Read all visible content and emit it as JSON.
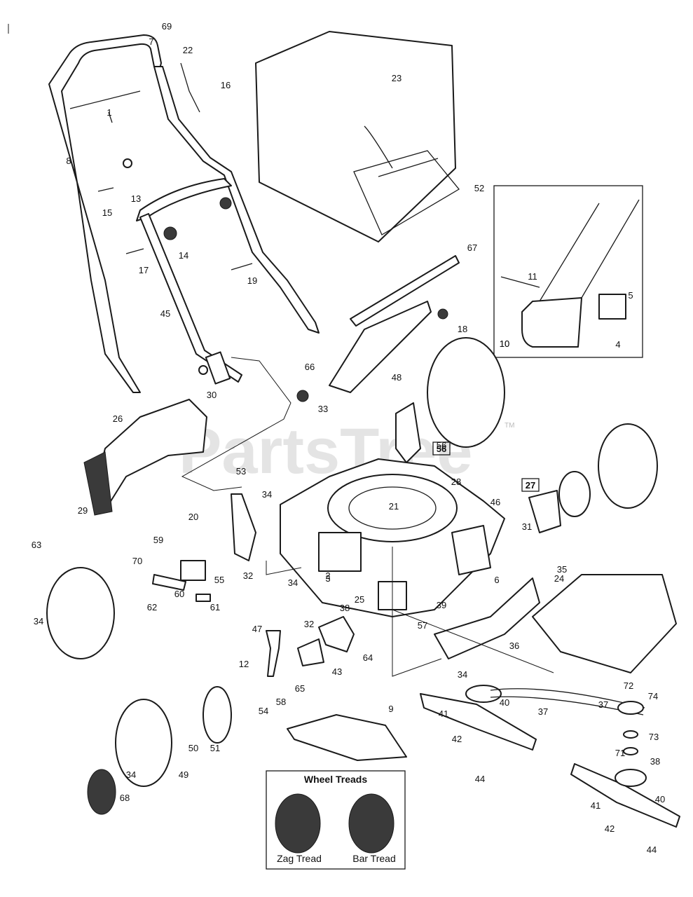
{
  "watermark": "PartsTree",
  "watermark_tm": "TM",
  "inset_box": {
    "title": "Wheel Treads",
    "zag": "Zag Tread",
    "bar": "Bar Tread"
  },
  "boxed_labels": [
    "56",
    "27",
    "10"
  ],
  "labels": [
    "69",
    "7",
    "22",
    "16",
    "1",
    "8",
    "23",
    "13",
    "15",
    "52",
    "14",
    "17",
    "19",
    "67",
    "45",
    "11",
    "5",
    "4",
    "10",
    "18",
    "66",
    "48",
    "30",
    "33",
    "26",
    "56",
    "29",
    "53",
    "34",
    "28",
    "20",
    "21",
    "46",
    "27",
    "59",
    "31",
    "63",
    "70",
    "3",
    "55",
    "32",
    "2",
    "34",
    "6",
    "60",
    "61",
    "62",
    "24",
    "35",
    "34",
    "25",
    "38",
    "57",
    "39",
    "47",
    "32",
    "64",
    "36",
    "34",
    "9",
    "65",
    "43",
    "58",
    "54",
    "12",
    "72",
    "74",
    "37",
    "51",
    "50",
    "40",
    "73",
    "41",
    "37",
    "49",
    "34",
    "68",
    "42",
    "71",
    "38",
    "44",
    "41",
    "42",
    "40",
    "44"
  ]
}
